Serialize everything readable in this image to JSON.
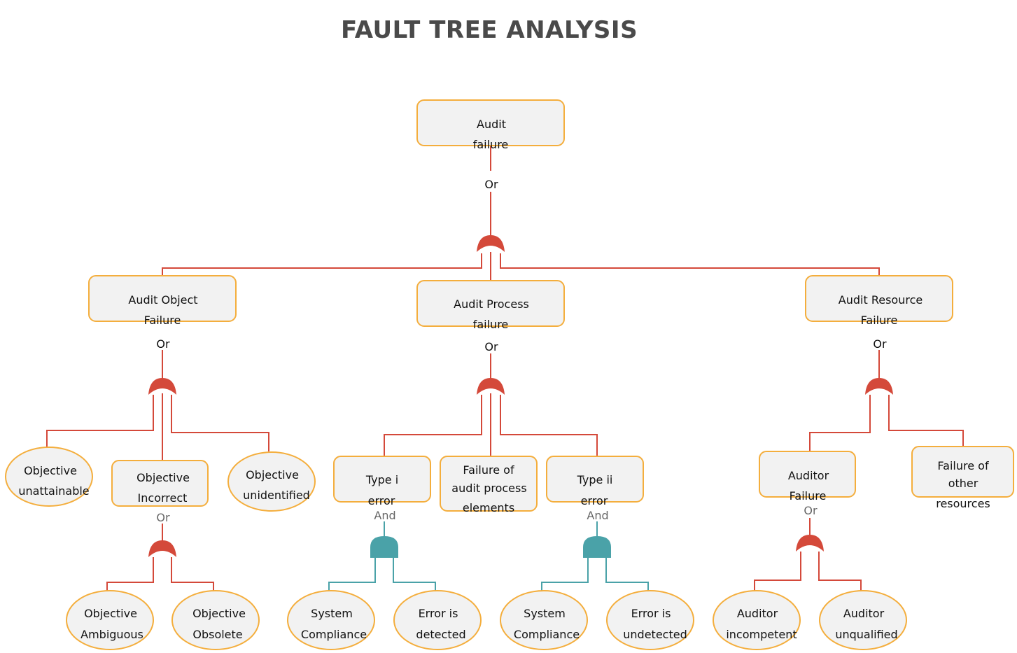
{
  "title": "FAULT TREE ANALYSIS",
  "colors": {
    "or_gate": "#d4493a",
    "and_gate": "#4aa2a8",
    "node_border": "#f4ae3d",
    "node_fill": "#f2f2f2"
  },
  "gates": {
    "root": "Or",
    "object": "Or",
    "process": "Or",
    "resource": "Or",
    "incorrect": "Or",
    "type1": "And",
    "type2": "And",
    "auditor": "Or"
  },
  "nodes": {
    "audit_failure": [
      "Audit",
      "failure"
    ],
    "audit_object_failure": [
      "Audit Object",
      "Failure"
    ],
    "audit_process_failure": [
      "Audit Process",
      "failure"
    ],
    "audit_resource_failure": [
      "Audit Resource",
      "Failure"
    ],
    "objective_unattainable": [
      "Objective",
      "unattainable"
    ],
    "objective_incorrect": [
      "Objective",
      "Incorrect"
    ],
    "objective_unidentified": [
      "Objective",
      "unidentified"
    ],
    "type_i_error": [
      "Type i",
      "error"
    ],
    "failure_of_audit_process_elements": [
      "Failure of",
      "audit process",
      "elements"
    ],
    "type_ii_error": [
      "Type ii",
      "error"
    ],
    "auditor_failure": [
      "Auditor",
      "Failure"
    ],
    "failure_of_other_resources": [
      "Failure of",
      "other",
      "resources"
    ],
    "objective_ambiguous": [
      "Objective",
      "Ambiguous"
    ],
    "objective_obsolete": [
      "Objective",
      "Obsolete"
    ],
    "system_compliance_1": [
      "System",
      "Compliance"
    ],
    "error_is_detected": [
      "Error is",
      "detected"
    ],
    "system_compliance_2": [
      "System",
      "Compliance"
    ],
    "error_is_undetected": [
      "Error is",
      "undetected"
    ],
    "auditor_incompetent": [
      "Auditor",
      "incompetent"
    ],
    "auditor_unqualified": [
      "Auditor",
      "unqualified"
    ]
  }
}
